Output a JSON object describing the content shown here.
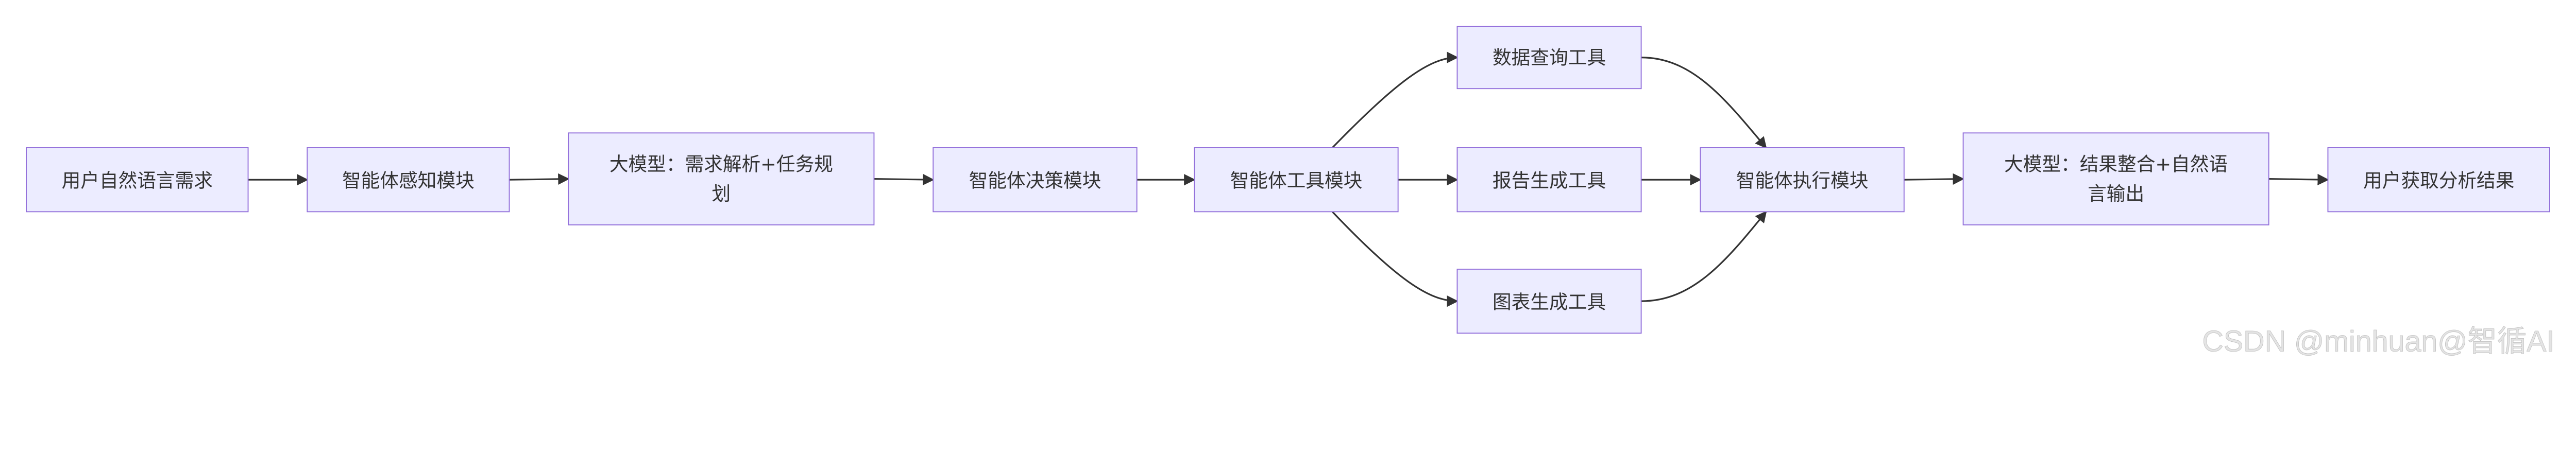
{
  "nodes": [
    {
      "id": "n1",
      "label": "用户自然语言需求"
    },
    {
      "id": "n2",
      "label": "智能体感知模块"
    },
    {
      "id": "n3",
      "label": "大模型：需求解析+任务规划"
    },
    {
      "id": "n4",
      "label": "智能体决策模块"
    },
    {
      "id": "n5",
      "label": "智能体工具模块"
    },
    {
      "id": "n6",
      "label": "数据查询工具"
    },
    {
      "id": "n7",
      "label": "报告生成工具"
    },
    {
      "id": "n8",
      "label": "图表生成工具"
    },
    {
      "id": "n9",
      "label": "智能体执行模块"
    },
    {
      "id": "n10",
      "label": "大模型：结果整合+自然语言输出"
    },
    {
      "id": "n11",
      "label": "用户获取分析结果"
    }
  ],
  "edges": [
    [
      "n1",
      "n2"
    ],
    [
      "n2",
      "n3"
    ],
    [
      "n3",
      "n4"
    ],
    [
      "n4",
      "n5"
    ],
    [
      "n5",
      "n6"
    ],
    [
      "n5",
      "n7"
    ],
    [
      "n5",
      "n8"
    ],
    [
      "n6",
      "n9"
    ],
    [
      "n7",
      "n9"
    ],
    [
      "n8",
      "n9"
    ],
    [
      "n9",
      "n10"
    ],
    [
      "n10",
      "n11"
    ]
  ],
  "colors": {
    "node_fill": "#ECECFF",
    "node_stroke": "#9370DB",
    "edge": "#333333",
    "text": "#333333"
  },
  "watermark": "CSDN @minhuan@智循AI"
}
